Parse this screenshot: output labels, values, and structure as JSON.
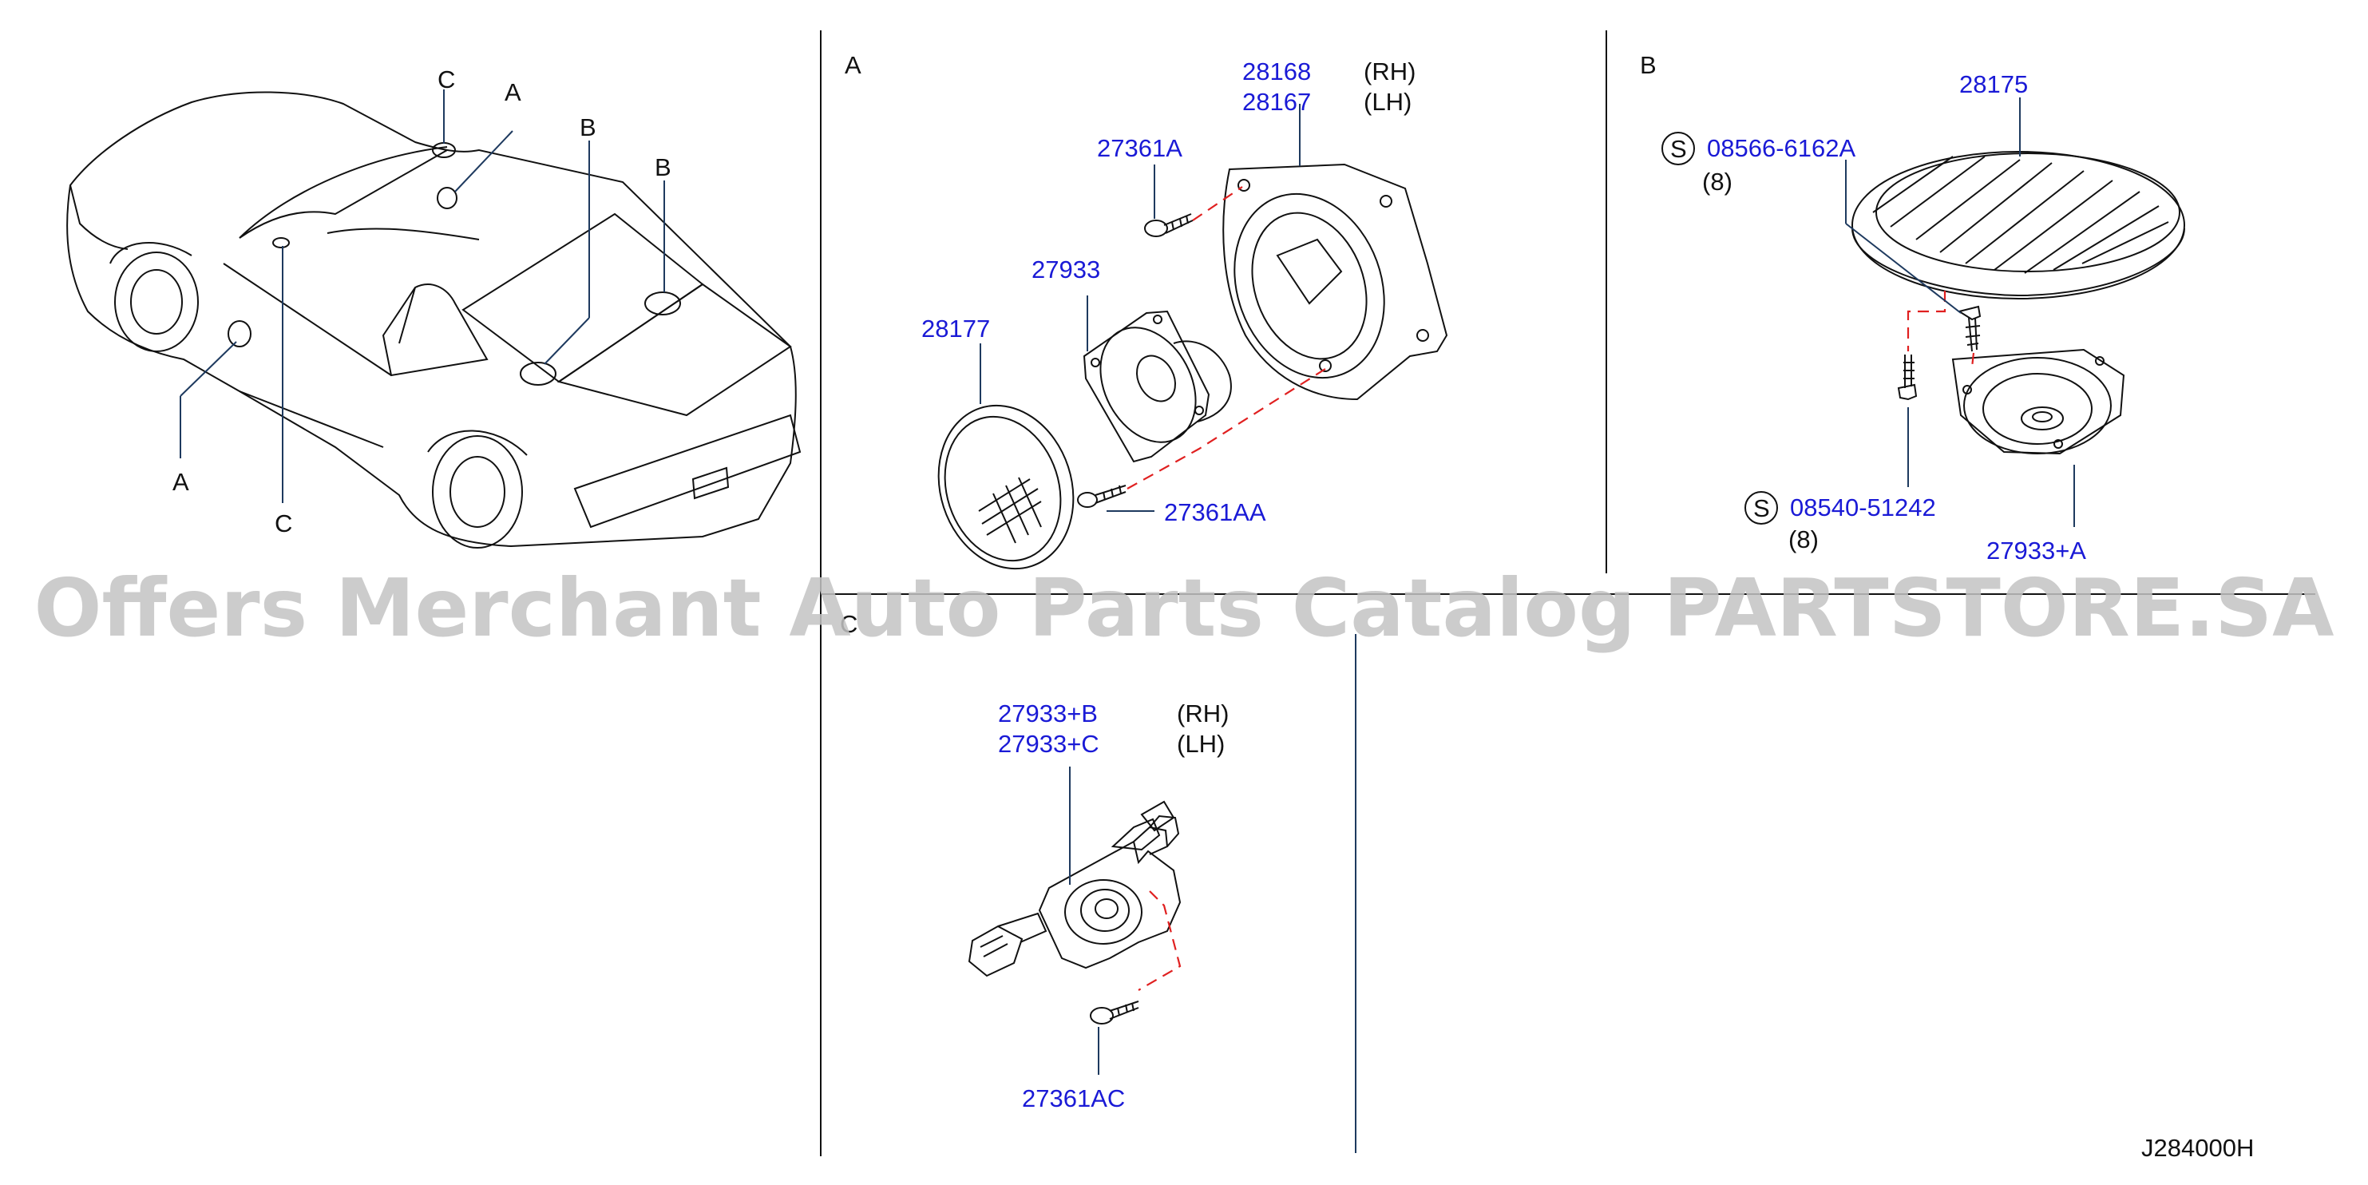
{
  "diagram_code": "J284000H",
  "watermark": "Offers Merchant Auto Parts Catalog PARTSTORE.SA",
  "car_callouts": {
    "c_roof": "C",
    "a_roof": "A",
    "b_left": "B",
    "b_right": "B",
    "a_door": "A",
    "c_pillar": "C"
  },
  "section_a": {
    "title": "A",
    "parts": {
      "p28168": "28168",
      "p28168_side": "(RH)",
      "p28167": "28167",
      "p28167_side": "(LH)",
      "p27361A": "27361A",
      "p27933": "27933",
      "p28177": "28177",
      "p27361AA": "27361AA"
    }
  },
  "section_b": {
    "title": "B",
    "parts": {
      "p28175": "28175",
      "s_symbol": "S",
      "p08566": "08566-6162A",
      "p08566_qty": "(8)",
      "p08540": "08540-51242",
      "p08540_qty": "(8)",
      "p27933A": "27933+A"
    }
  },
  "section_c": {
    "title": "C",
    "parts": {
      "p27933B": "27933+B",
      "p27933B_side": "(RH)",
      "p27933C": "27933+C",
      "p27933C_side": "(LH)",
      "p27361AC": "27361AC"
    }
  }
}
